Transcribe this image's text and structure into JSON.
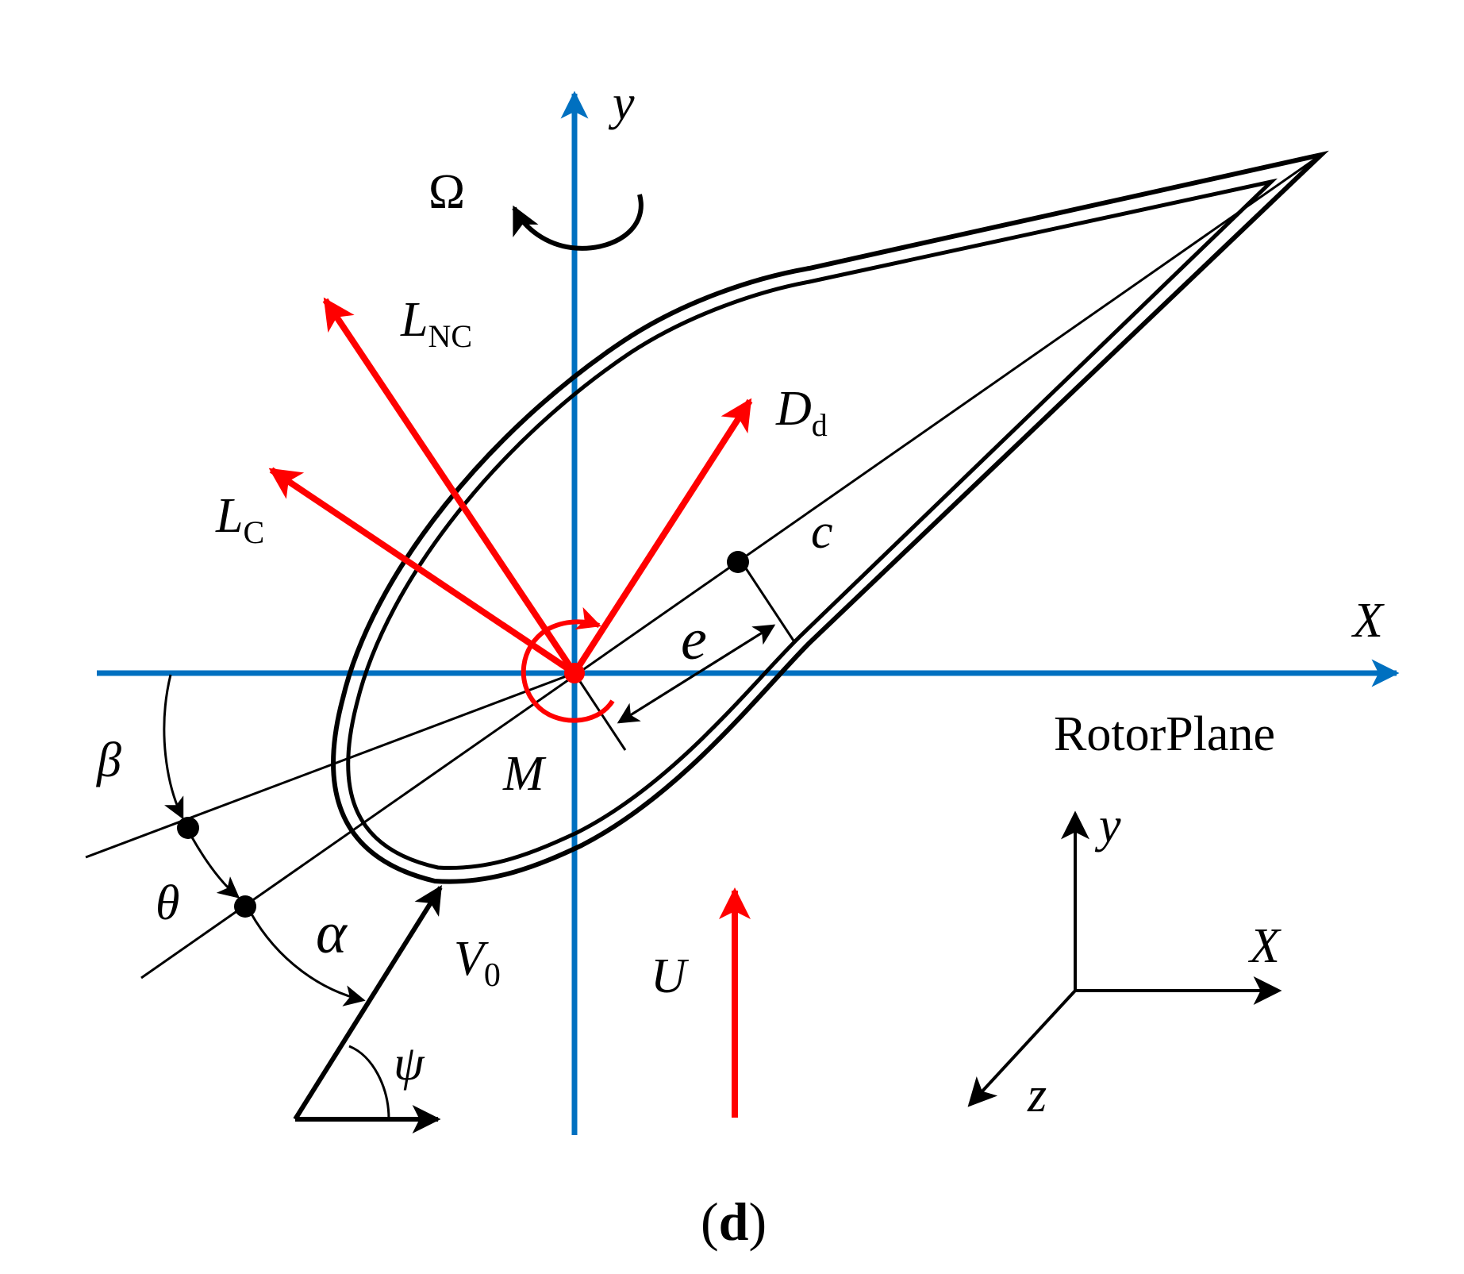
{
  "colors": {
    "axis_blue": "#0070C0",
    "force_red": "#FF0000",
    "line_black": "#000000",
    "background": "#FFFFFF"
  },
  "labels": {
    "y_axis": "y",
    "x_axis": "X",
    "rotor_plane": "RotorPlane",
    "omega": "Ω",
    "l_nc_main": "L",
    "l_nc_sub": "NC",
    "l_c_main": "L",
    "l_c_sub": "C",
    "d_d_main": "D",
    "d_d_sub": "d",
    "chord": "c",
    "eccentricity": "e",
    "moment": "M",
    "beta": "β",
    "theta": "θ",
    "alpha": "α",
    "v0_main": "V",
    "v0_sub": "0",
    "psi": "ψ",
    "u_velocity": "U",
    "triad_y": "y",
    "triad_x": "X",
    "triad_z": "z",
    "caption_open": "(",
    "caption_letter": "d",
    "caption_close": ")"
  }
}
